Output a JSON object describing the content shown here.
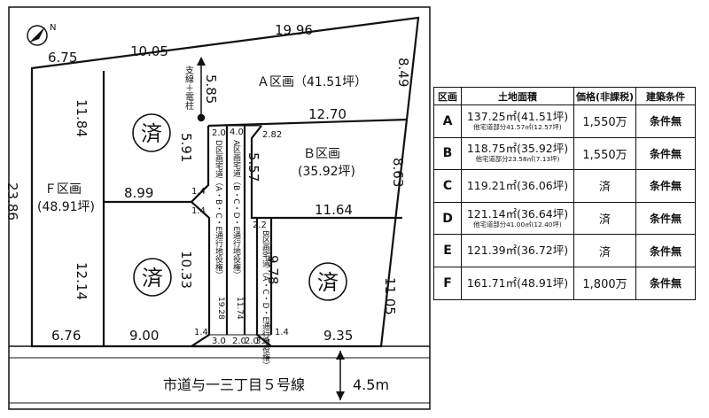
{
  "north_mark": "N",
  "dimensions": {
    "top_left": "6.75",
    "top_mid": "10.05",
    "top_right": "19.96",
    "f_height": "23.86",
    "f_upper": "11.84",
    "f_lower": "12.14",
    "a_left": "5.85",
    "a_bottom": "12.70",
    "a_right": "8.49",
    "mid_left": "5.91",
    "mid_41": "4.0",
    "mid_282": "2.82",
    "mid_557": "5.57",
    "f_e_boundary": "8.99",
    "b_bottom": "11.64",
    "e_height": "10.33",
    "d_height": "9.78",
    "right_863": "8.63",
    "right_1105": "11.05",
    "bot_676": "6.76",
    "bot_900": "9.00",
    "bot_935": "9.35",
    "w_20a": "2.0",
    "w_20b": "2.0",
    "w_22": "2.2",
    "w_30a": "3.0",
    "w_20c": "2.0",
    "w_30b": "3.0",
    "c14_a": "1.4",
    "c14_b": "1.4",
    "c14_c": "1.4",
    "c14_d": "1.4",
    "len_1928": "19.28",
    "len_1174": "11.74"
  },
  "labels": {
    "a_lot": "Ａ区画（41.51坪）",
    "b_lot_1": "Ｂ区画",
    "b_lot_2": "(35.92坪)",
    "f_lot_1": "Ｆ区画",
    "f_lot_2": "(48.91坪)",
    "pole": "支線＋電柱",
    "sumi": "済",
    "road_name": "市道与一三丁目５号線",
    "road_width": "4.5m",
    "d_easement": "D区画宅道（A・B・C・E通行地役権）",
    "a_easement": "A区画宅道（B・C・D・E通行地役権）",
    "b_easement": "B区画宅道（A・C・D・E通行地役権）"
  },
  "table": {
    "headers": [
      "区画",
      "土地面積",
      "価格(非課税)",
      "建築条件"
    ],
    "rows": [
      {
        "ku": "A",
        "area": "137.25㎡(41.51坪)",
        "sub": "他宅道部分41.57㎡(12.57坪)",
        "price": "1,550万",
        "cond": "条件無"
      },
      {
        "ku": "B",
        "area": "118.75㎡(35.92坪)",
        "sub": "他宅道部分23.58㎡(7.13坪)",
        "price": "1,550万",
        "cond": "条件無"
      },
      {
        "ku": "C",
        "area": "119.21㎡(36.06坪)",
        "sub": "",
        "price": "済",
        "cond": "条件無"
      },
      {
        "ku": "D",
        "area": "121.14㎡(36.64坪)",
        "sub": "他宅道部分41.00㎡(12.40坪)",
        "price": "済",
        "cond": "条件無"
      },
      {
        "ku": "E",
        "area": "121.39㎡(36.72坪)",
        "sub": "",
        "price": "済",
        "cond": "条件無"
      },
      {
        "ku": "F",
        "area": "161.71㎡(48.91坪)",
        "sub": "",
        "price": "1,800万",
        "cond": "条件無"
      }
    ]
  }
}
